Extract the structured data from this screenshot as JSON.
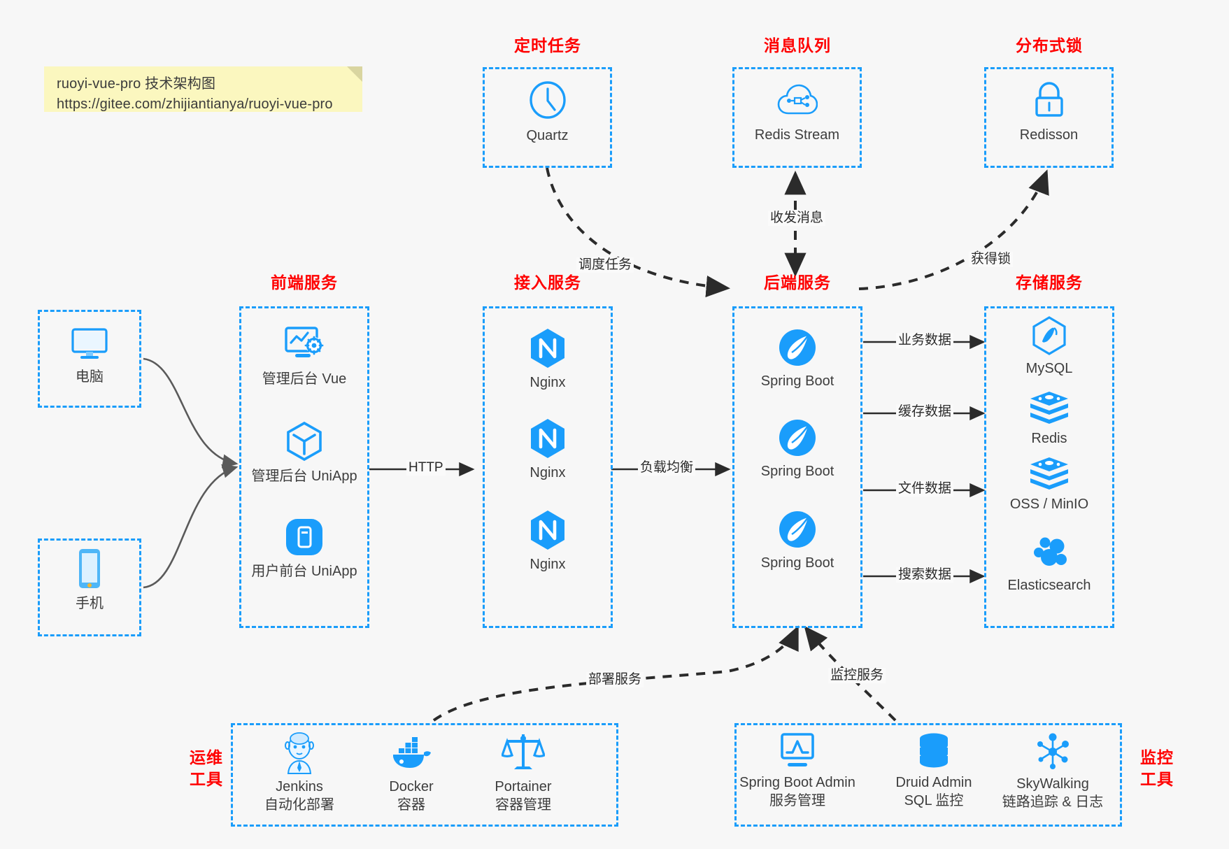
{
  "note": {
    "line1": "ruoyi-vue-pro 技术架构图",
    "line2": "https://gitee.com/zhijiantianya/ruoyi-vue-pro"
  },
  "colors": {
    "accent_blue": "#1a9dfb",
    "header_red": "#ff0000",
    "edge_gray": "#5a5a5a",
    "edge_dark": "#2b2b2b",
    "note_yellow": "#fbf7bf",
    "background": "#f7f7f7"
  },
  "groups": {
    "scheduled_task": "定时任务",
    "message_queue": "消息队列",
    "distributed_lock": "分布式锁",
    "frontend_service": "前端服务",
    "access_service": "接入服务",
    "backend_service": "后端服务",
    "storage_service": "存储服务",
    "ops_tools_line1": "运维",
    "ops_tools_line2": "工具",
    "monitor_tools_line1": "监控",
    "monitor_tools_line2": "工具"
  },
  "clients": [
    {
      "label": "电脑",
      "icon": "desktop-computer-icon"
    },
    {
      "label": "手机",
      "icon": "mobile-phone-icon"
    }
  ],
  "scheduled_task": {
    "label": "Quartz",
    "icon": "clock-icon"
  },
  "message_queue": {
    "label": "Redis Stream",
    "icon": "cloud-stream-icon"
  },
  "distributed_lock": {
    "label": "Redisson",
    "icon": "padlock-icon"
  },
  "frontend": [
    {
      "label": "管理后台 Vue",
      "icon": "dashboard-gear-icon"
    },
    {
      "label": "管理后台 UniApp",
      "icon": "cube-icon"
    },
    {
      "label": "用户前台 UniApp",
      "icon": "mobile-app-icon"
    }
  ],
  "access": [
    {
      "label": "Nginx",
      "icon": "nginx-icon"
    },
    {
      "label": "Nginx",
      "icon": "nginx-icon"
    },
    {
      "label": "Nginx",
      "icon": "nginx-icon"
    }
  ],
  "backend": [
    {
      "label": "Spring Boot",
      "icon": "spring-boot-icon"
    },
    {
      "label": "Spring Boot",
      "icon": "spring-boot-icon"
    },
    {
      "label": "Spring Boot",
      "icon": "spring-boot-icon"
    }
  ],
  "storage": [
    {
      "label": "MySQL",
      "icon": "mysql-icon"
    },
    {
      "label": "Redis",
      "icon": "redis-icon"
    },
    {
      "label": "OSS / MinIO",
      "icon": "redis-stack-icon"
    },
    {
      "label": "Elasticsearch",
      "icon": "elasticsearch-icon"
    }
  ],
  "ops_tools": [
    {
      "name": "Jenkins",
      "desc": "自动化部署",
      "icon": "jenkins-icon"
    },
    {
      "name": "Docker",
      "desc": "容器",
      "icon": "docker-icon"
    },
    {
      "name": "Portainer",
      "desc": "容器管理",
      "icon": "scales-icon"
    }
  ],
  "monitor_tools": [
    {
      "name": "Spring Boot Admin",
      "desc": "服务管理",
      "icon": "monitor-chart-icon"
    },
    {
      "name": "Druid Admin",
      "desc": "SQL 监控",
      "icon": "database-icon"
    },
    {
      "name": "SkyWalking",
      "desc": "链路追踪 & 日志",
      "icon": "skywalking-icon"
    }
  ],
  "edges": {
    "http": "HTTP",
    "load_balance": "负载均衡",
    "schedule_task": "调度任务",
    "send_receive_message": "收发消息",
    "acquire_lock": "获得锁",
    "business_data": "业务数据",
    "cache_data": "缓存数据",
    "file_data": "文件数据",
    "search_data": "搜索数据",
    "deploy_service": "部署服务",
    "monitor_service": "监控服务"
  }
}
